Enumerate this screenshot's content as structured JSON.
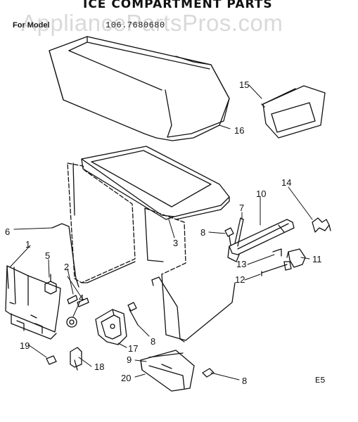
{
  "title": "ICE COMPARTMENT PARTS",
  "for_model_label": "For Model",
  "model_numbers": "106.7680680",
  "watermark": "AppliancePartsPros.com",
  "footer_code": "E5",
  "callouts": [
    "1",
    "2",
    "3",
    "4",
    "5",
    "6",
    "7",
    "8",
    "8",
    "8",
    "9",
    "10",
    "11",
    "12",
    "13",
    "14",
    "15",
    "16",
    "17",
    "18",
    "19",
    "20"
  ]
}
